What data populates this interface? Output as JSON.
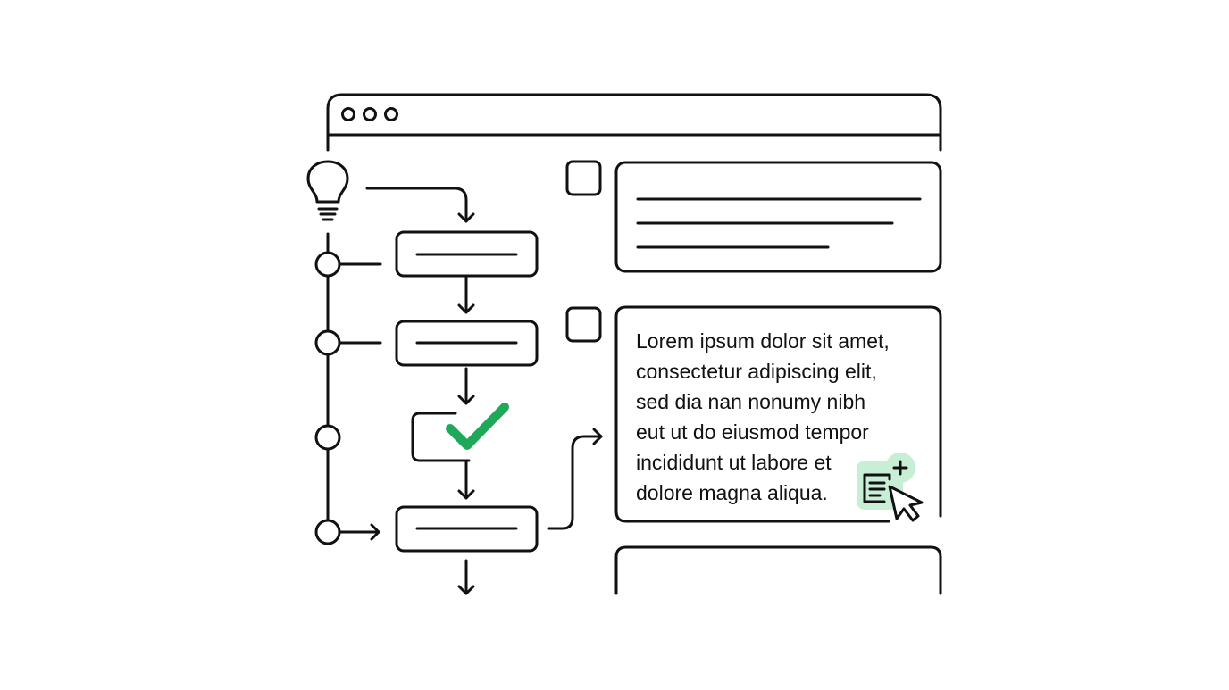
{
  "paragraph": {
    "lines": [
      "Lorem ipsum dolor sit amet,",
      "consectetur adipiscing elit,",
      "sed diа nan nonumy nibh",
      "eut ut do eiusmod tempor",
      "incididunt ut labore et",
      "dolore magna aliqua."
    ]
  },
  "colors": {
    "stroke": "#111111",
    "accent": "#1EA85A",
    "accent_light": "#C9EED6"
  },
  "icons": {
    "window_controls": "three-dot-circles",
    "idea": "lightbulb-icon",
    "done": "checkmark-icon",
    "add_note": "add-note-icon",
    "pointer": "cursor-arrow-icon"
  }
}
